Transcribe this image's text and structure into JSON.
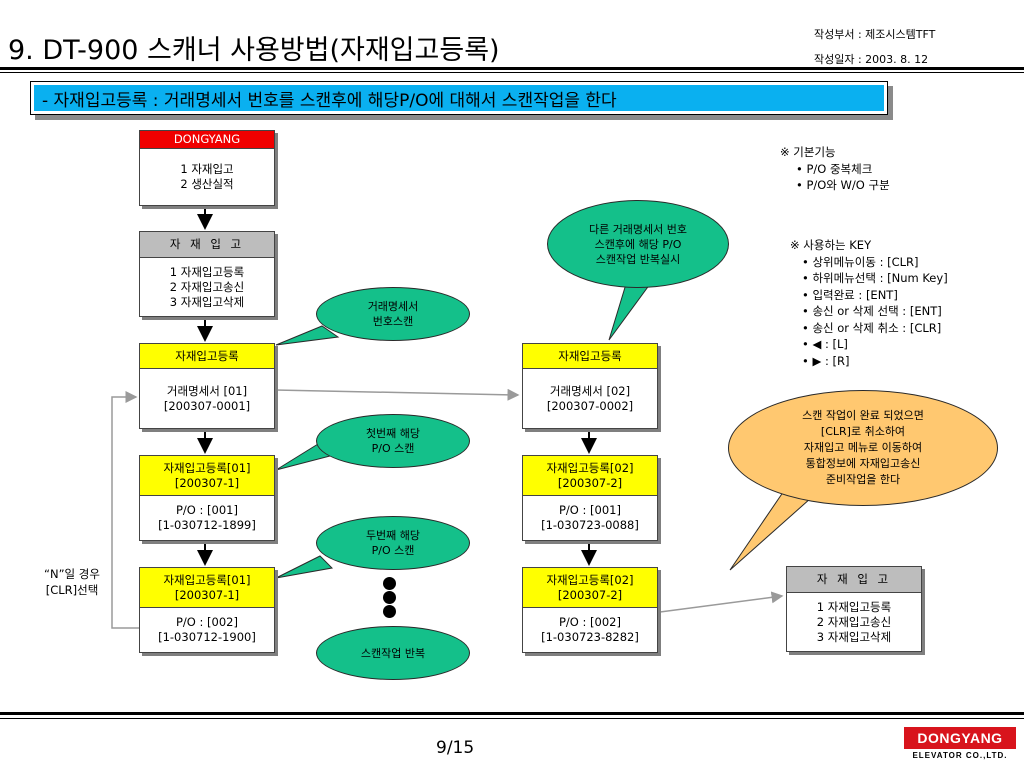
{
  "header": {
    "title": "9. DT-900 스캐너 사용방법(자재입고등록)",
    "dept": "작성부서 : 제조시스템TFT",
    "date": "작성일자 : 2003. 8. 12"
  },
  "banner": "- 자재입고등록 : 거래명세서 번호를 스캔후에 해당P/O에 대해서 스캔작업을 한다",
  "boxes": {
    "main_menu": {
      "head": "DONGYANG",
      "line1": "1 자재입고",
      "line2": "2 생산실적"
    },
    "receiving_menu": {
      "head": "자 재 입 고",
      "line1": "1 자재입고등록",
      "line2": "2 자재입고송신",
      "line3": "3 자재입고삭제"
    },
    "reg_a": {
      "head": "자재입고등록",
      "line1": "거래명세서 [01]",
      "line2": "[200307-0001]"
    },
    "reg_a_po1": {
      "head1": "자재입고등록[01]",
      "head2": "[200307-1]",
      "line1": "P/O : [001]",
      "line2": "[1-030712-1899]"
    },
    "reg_a_po2": {
      "head1": "자재입고등록[01]",
      "head2": "[200307-1]",
      "line1": "P/O : [002]",
      "line2": "[1-030712-1900]"
    },
    "reg_b": {
      "head": "자재입고등록",
      "line1": "거래명세서 [02]",
      "line2": "[200307-0002]"
    },
    "reg_b_po1": {
      "head1": "자재입고등록[02]",
      "head2": "[200307-2]",
      "line1": "P/O : [001]",
      "line2": "[1-030723-0088]"
    },
    "reg_b_po2": {
      "head1": "자재입고등록[02]",
      "head2": "[200307-2]",
      "line1": "P/O : [002]",
      "line2": "[1-030723-8282]"
    },
    "final_menu": {
      "head": "자 재 입 고",
      "line1": "1 자재입고등록",
      "line2": "2 자재입고송신",
      "line3": "3 자재입고삭제"
    }
  },
  "bubbles": {
    "scan_invoice": {
      "line1": "거래명세서",
      "line2": "번호스캔"
    },
    "first_po": {
      "line1": "첫번째 해당",
      "line2": "P/O 스캔"
    },
    "second_po": {
      "line1": "두번째 해당",
      "line2": "P/O 스캔"
    },
    "repeat": {
      "line1": "스캔작업 반복"
    },
    "other_invoice": {
      "line1": "다른 거래명세서 번호",
      "line2": "스캔후에 해당 P/O",
      "line3": "스캔작업 반복실시"
    },
    "finish": {
      "line1": "스캔 작업이 완료 되었으면",
      "line2": "[CLR]로 취소하여",
      "line3": "자재입고 메뉴로 이동하여",
      "line4": "통합정보에 자재입고송신",
      "line5": "준비작업을 한다"
    }
  },
  "side_label": {
    "line1": "“N”일 경우",
    "line2": "[CLR]선택"
  },
  "notes_basic": {
    "heading": "※ 기본기능",
    "items": [
      "• P/O 중복체크",
      "• P/O와 W/O 구분"
    ]
  },
  "notes_keys": {
    "heading": "※ 사용하는 KEY",
    "items": [
      "• 상위메뉴이동 : [CLR]",
      "• 하위메뉴선택 : [Num Key]",
      "• 입력완료 : [ENT]",
      "• 송신 or 삭제 선택 : [ENT]",
      "• 송신 or 삭제 취소 : [CLR]",
      "• ◀ : [L]",
      "• ▶ : [R]"
    ]
  },
  "footer": {
    "page": "9/15",
    "logo": "DONGYANG",
    "logo_sub": "ELEVATOR CO.,LTD."
  }
}
